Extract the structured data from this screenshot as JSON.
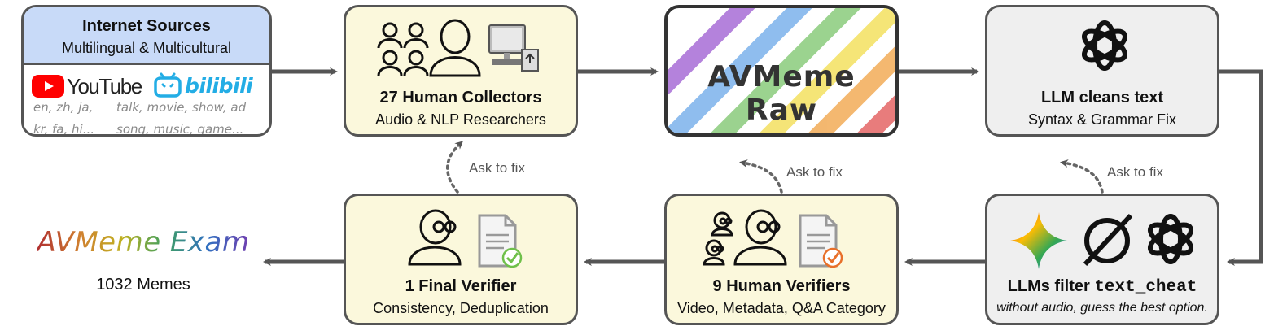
{
  "sources": {
    "title": "Internet Sources",
    "subtitle": "Multilingual & Multicultural",
    "youtube": "YouTube",
    "bilibili": "bilibili",
    "langs_line1": "en, zh, ja,",
    "langs_line2": "kr, fa, hi...",
    "topics_line1": "talk, movie, show, ad",
    "topics_line2": "song, music, game..."
  },
  "collectors": {
    "title": "27 Human Collectors",
    "subtitle": "Audio & NLP Researchers"
  },
  "raw": {
    "label": "AVMeme Raw"
  },
  "clean": {
    "title": "LLM cleans text",
    "subtitle": "Syntax & Grammar Fix"
  },
  "filter": {
    "title_prefix": "LLMs filter ",
    "title_code": "text_cheat",
    "subtitle": "without audio, guess the best option."
  },
  "verifiers": {
    "title": "9 Human Verifiers",
    "subtitle": "Video, Metadata, Q&A Category"
  },
  "final": {
    "title": "1 Final Verifier",
    "subtitle": "Consistency, Deduplication"
  },
  "exam": {
    "title": "AVMeme Exam",
    "count": "1032 Memes"
  },
  "feedback": {
    "ask1": "Ask to fix",
    "ask2": "Ask to fix",
    "ask3": "Ask to fix"
  },
  "colors": {
    "source_header": "#c8daf8",
    "human_box": "#fbf8dc",
    "llm_box": "#efefef",
    "arrow": "#555555"
  },
  "icons": [
    "youtube-logo",
    "bilibili-logo",
    "people-icon",
    "computer-icon",
    "openai-icon",
    "gemini-icon",
    "grok-icon",
    "verifier-icon",
    "document-check-icon"
  ]
}
